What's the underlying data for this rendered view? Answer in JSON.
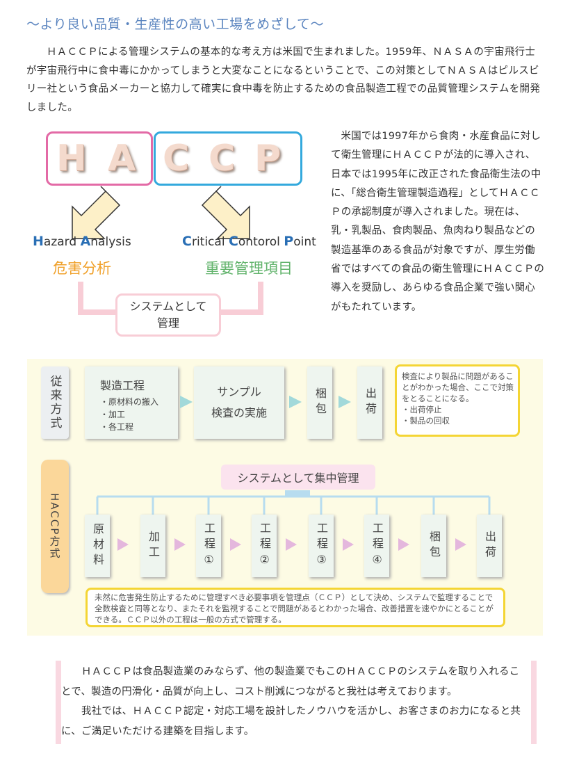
{
  "heading": "～より良い品質・生産性の高い工場をめざして～",
  "intro": "ＨＡＣＣＰによる管理システムの基本的な考え方は米国で生まれました。1959年、ＮＡＳＡの宇宙飛行士が宇宙飛行中に食中毒にかかってしまうと大変なことになるということで、この対策としてＮＡＳＡはピルスビリー社という食品メーカーと協力して確実に食中毒を防止するための食品製造工程での品質管理システムを開発しました。",
  "diagram": {
    "letters": [
      "H",
      "A",
      "C",
      "C",
      "P"
    ],
    "ha_en": {
      "c1": "H",
      "r1": "azard ",
      "c2": "A",
      "r2": "nalysis"
    },
    "ccp_en": {
      "c1": "C",
      "r1": "ritical ",
      "c2": "C",
      "r2": "ontorol ",
      "c3": "P",
      "r3": "oint"
    },
    "ha_ja": "危害分析",
    "ccp_ja": "重要管理項目",
    "system_box": [
      "システムとして",
      "管理"
    ]
  },
  "right_text": "米国では1997年から食肉・水産食品に対して衛生管理にＨＡＣＣＰが法的に導入され、日本では1995年に改正された食品衛生法の中に、「総合衛生管理製造過程」としてＨＡＣＣＰの承認制度が導入されました。現在は、乳・乳製品、食肉製品、魚肉ねり製品などの製造基準のある食品が対象ですが、厚生労働省ではすべての食品の衛生管理にＨＡＣＣＰの導入を奨励し、あらゆる食品企業で強い関心がもたれています。",
  "flow_old": {
    "lane": "従来方式",
    "step1_title": "製造工程",
    "step1_items": [
      "・原材料の搬入",
      "・加工",
      "・各工程"
    ],
    "step2": [
      "サンプル",
      "検査の実施"
    ],
    "step3": "梱包",
    "step4": "出荷",
    "note": [
      "検査により製品に問題があることがわかった場合、ここで対策をとることになる。",
      "・出荷停止",
      "・製品の回収"
    ]
  },
  "flow_haccp": {
    "lane": "HACCP方式",
    "header": "システムとして集中管理",
    "steps": [
      "原材料",
      "加工",
      "工程①",
      "工程②",
      "工程③",
      "工程④",
      "梱包",
      "出荷"
    ],
    "note": "未然に危害発生防止するために管理すべき必要事項を管理点（ＣＣＰ）として決め、システムで監理することで全数検査と同等となり、またそれを監視することで問題があるとわかった場合、改善措置を速やかにとることができる。ＣＣＰ以外の工程は一般の方式で管理する。"
  },
  "outro": [
    "ＨＡＣＣＰは食品製造業のみならず、他の製造業でもこのＨＡＣＣＰのシステムを取り入れることで、製造の円滑化・品質が向上し、コスト削減につながると我社は考えております。",
    "我社では、ＨＡＣＣＰ認定・対応工場を設計したノウハウを活かし、お客さまのお力になると共に、ご満足いただける建築を目指します。"
  ]
}
